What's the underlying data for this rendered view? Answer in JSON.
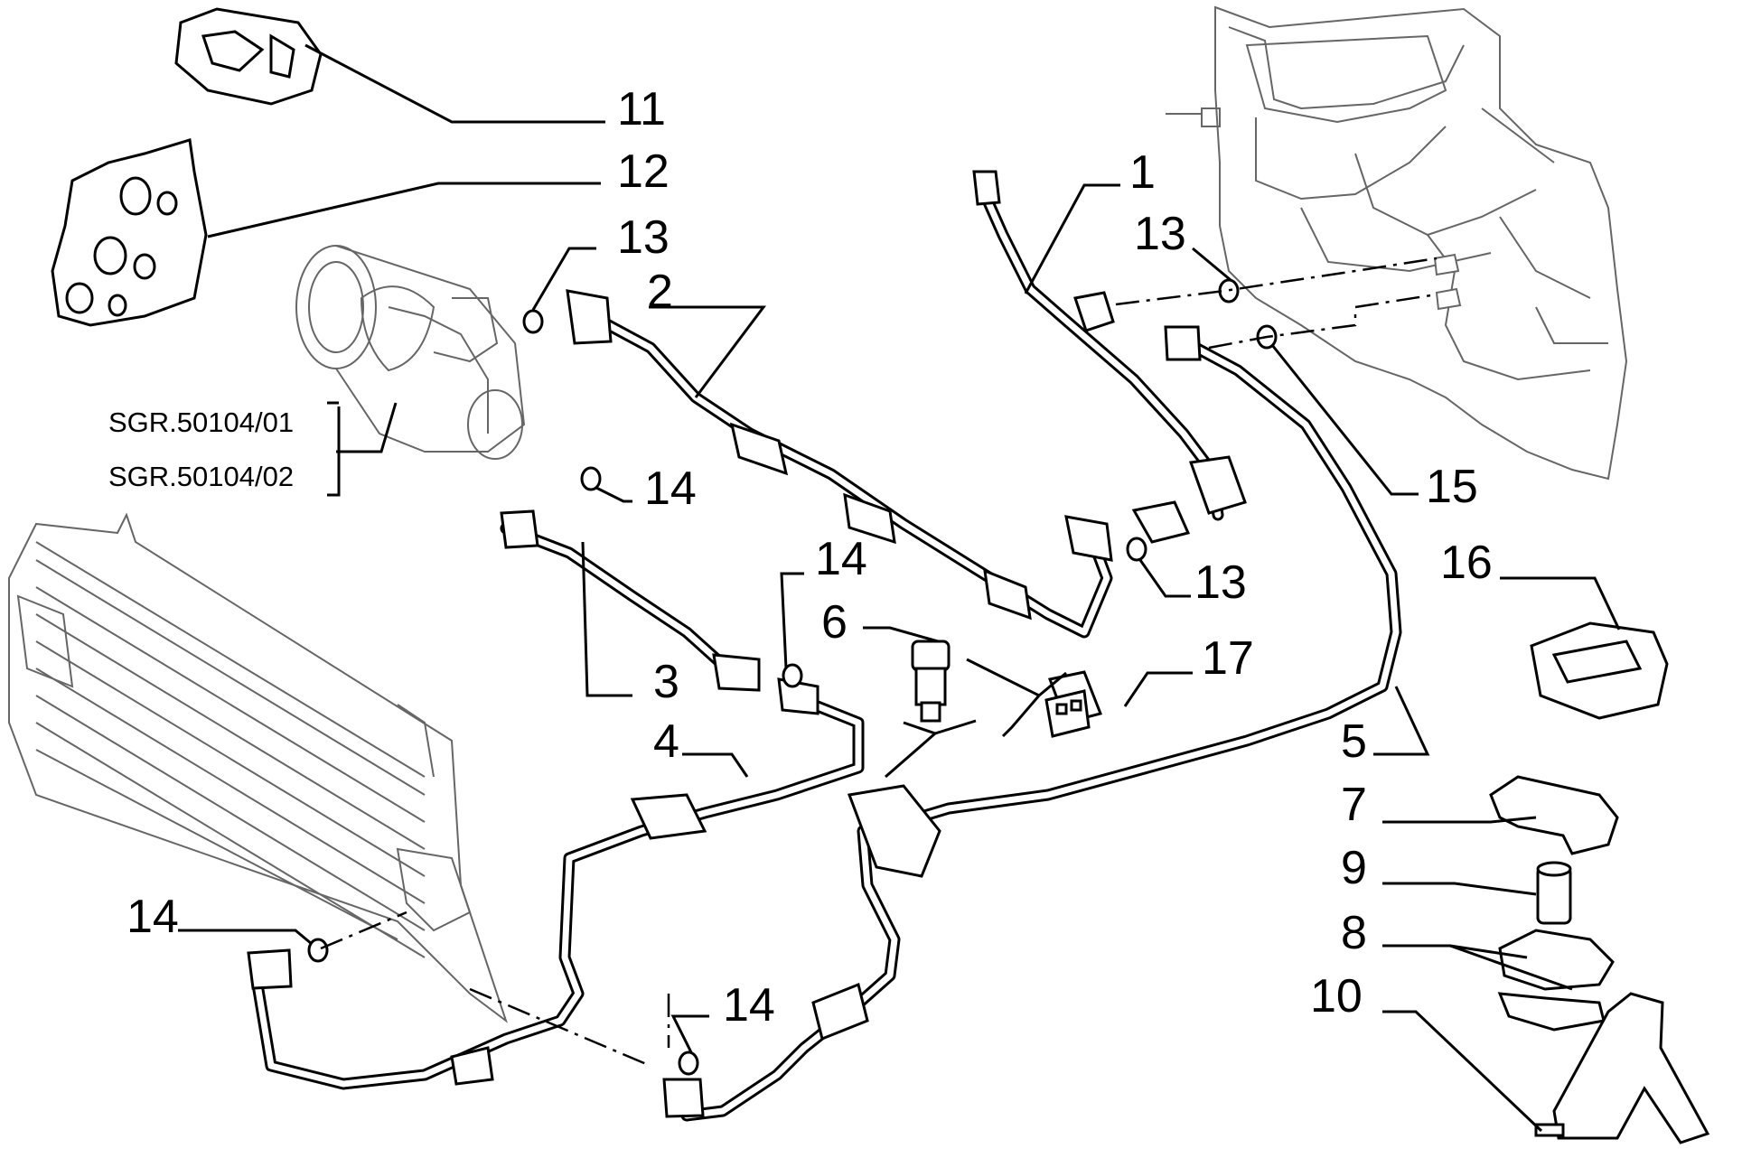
{
  "callouts": {
    "c1": "1",
    "c2": "2",
    "c3": "3",
    "c4": "4",
    "c5": "5",
    "c6": "6",
    "c7": "7",
    "c8": "8",
    "c9": "9",
    "c10": "10",
    "c11": "11",
    "c12": "12",
    "c13a": "13",
    "c13b": "13",
    "c13c": "13",
    "c14a": "14",
    "c14b": "14",
    "c14c": "14",
    "c14d": "14",
    "c15": "15",
    "c16": "16",
    "c17": "17"
  },
  "references": {
    "ref1": "SGR.50104/01",
    "ref2": "SGR.50104/02"
  }
}
